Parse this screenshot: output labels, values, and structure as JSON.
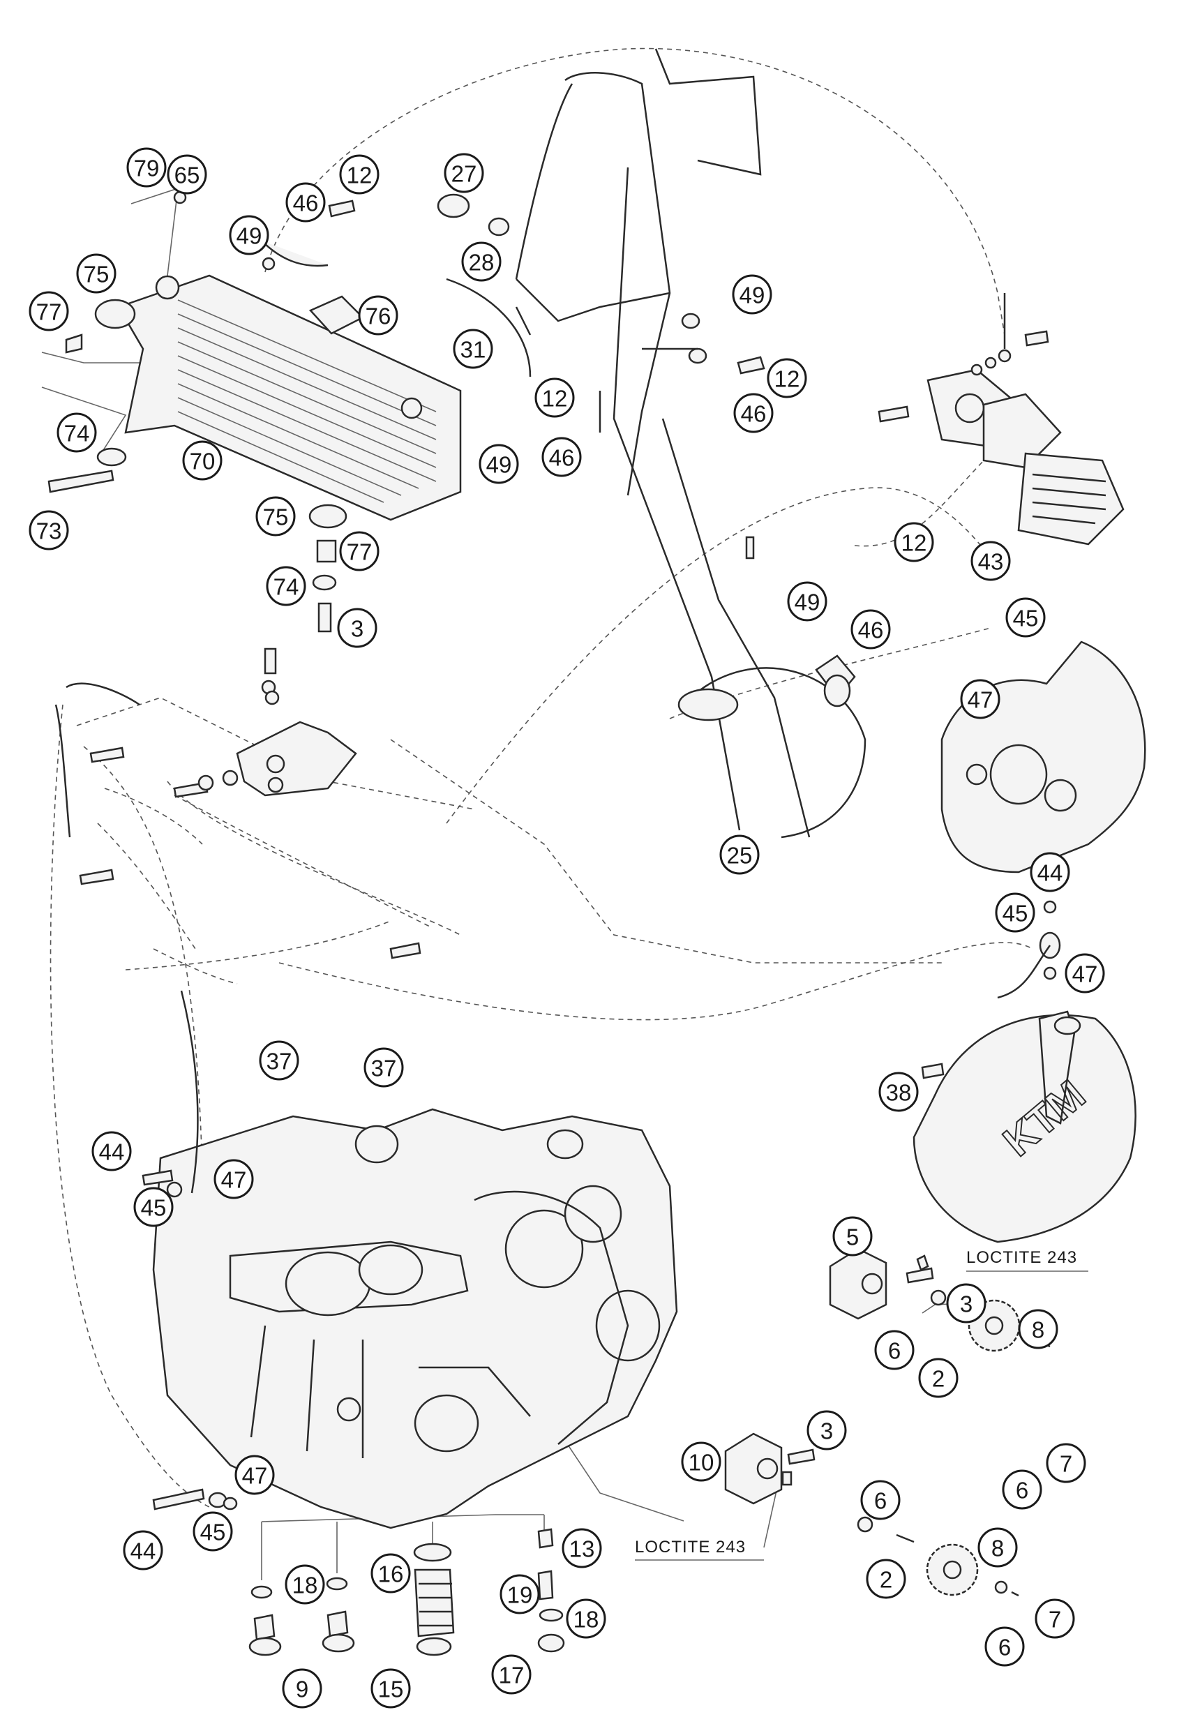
{
  "callouts": [
    {
      "id": "c-79",
      "label": "79"
    },
    {
      "id": "c-65",
      "label": "65"
    },
    {
      "id": "c-12a",
      "label": "12"
    },
    {
      "id": "c-46a",
      "label": "46"
    },
    {
      "id": "c-49a",
      "label": "49"
    },
    {
      "id": "c-75a",
      "label": "75"
    },
    {
      "id": "c-77a",
      "label": "77"
    },
    {
      "id": "c-76",
      "label": "76"
    },
    {
      "id": "c-74a",
      "label": "74"
    },
    {
      "id": "c-70",
      "label": "70"
    },
    {
      "id": "c-73",
      "label": "73"
    },
    {
      "id": "c-75b",
      "label": "75"
    },
    {
      "id": "c-77b",
      "label": "77"
    },
    {
      "id": "c-74b",
      "label": "74"
    },
    {
      "id": "c-3a",
      "label": "3"
    },
    {
      "id": "c-27",
      "label": "27"
    },
    {
      "id": "c-28",
      "label": "28"
    },
    {
      "id": "c-31",
      "label": "31"
    },
    {
      "id": "c-12b",
      "label": "12"
    },
    {
      "id": "c-49b",
      "label": "49"
    },
    {
      "id": "c-46b",
      "label": "46"
    },
    {
      "id": "c-49c",
      "label": "49"
    },
    {
      "id": "c-12c",
      "label": "12"
    },
    {
      "id": "c-46c",
      "label": "46"
    },
    {
      "id": "c-12d",
      "label": "12"
    },
    {
      "id": "c-49d",
      "label": "49"
    },
    {
      "id": "c-46d",
      "label": "46"
    },
    {
      "id": "c-43",
      "label": "43"
    },
    {
      "id": "c-45a",
      "label": "45"
    },
    {
      "id": "c-47a",
      "label": "47"
    },
    {
      "id": "c-25",
      "label": "25"
    },
    {
      "id": "c-44a",
      "label": "44"
    },
    {
      "id": "c-45b",
      "label": "45"
    },
    {
      "id": "c-47b",
      "label": "47"
    },
    {
      "id": "c-38",
      "label": "38"
    },
    {
      "id": "c-37a",
      "label": "37"
    },
    {
      "id": "c-37b",
      "label": "37"
    },
    {
      "id": "c-44b",
      "label": "44"
    },
    {
      "id": "c-47c",
      "label": "47"
    },
    {
      "id": "c-45c",
      "label": "45"
    },
    {
      "id": "c-5",
      "label": "5"
    },
    {
      "id": "c-3b",
      "label": "3"
    },
    {
      "id": "c-6a",
      "label": "6"
    },
    {
      "id": "c-8a",
      "label": "8"
    },
    {
      "id": "c-2a",
      "label": "2"
    },
    {
      "id": "c-7a",
      "label": "7"
    },
    {
      "id": "c-6b",
      "label": "6"
    },
    {
      "id": "c-10",
      "label": "10"
    },
    {
      "id": "c-3c",
      "label": "3"
    },
    {
      "id": "c-6c",
      "label": "6"
    },
    {
      "id": "c-8b",
      "label": "8"
    },
    {
      "id": "c-2b",
      "label": "2"
    },
    {
      "id": "c-7b",
      "label": "7"
    },
    {
      "id": "c-6d",
      "label": "6"
    },
    {
      "id": "c-47d",
      "label": "47"
    },
    {
      "id": "c-44c",
      "label": "44"
    },
    {
      "id": "c-45d",
      "label": "45"
    },
    {
      "id": "c-13",
      "label": "13"
    },
    {
      "id": "c-18a",
      "label": "18"
    },
    {
      "id": "c-16",
      "label": "16"
    },
    {
      "id": "c-19",
      "label": "19"
    },
    {
      "id": "c-18b",
      "label": "18"
    },
    {
      "id": "c-9",
      "label": "9"
    },
    {
      "id": "c-15",
      "label": "15"
    },
    {
      "id": "c-17",
      "label": "17"
    }
  ],
  "notes": {
    "loctite_top": "LOCTITE 243",
    "loctite_bottom": "LOCTITE 243"
  }
}
